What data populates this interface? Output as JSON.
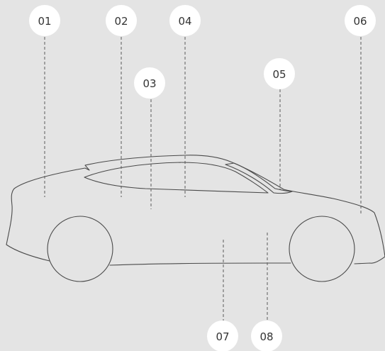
{
  "colors": {
    "background": "#e4e4e4",
    "outline": "#4a4a4a",
    "leader": "#5a5a5a",
    "badge": "#ffffff",
    "badge_text": "#333333"
  },
  "markers": [
    {
      "label": "01"
    },
    {
      "label": "02"
    },
    {
      "label": "03"
    },
    {
      "label": "04"
    },
    {
      "label": "05"
    },
    {
      "label": "06"
    },
    {
      "label": "07"
    },
    {
      "label": "08"
    }
  ]
}
